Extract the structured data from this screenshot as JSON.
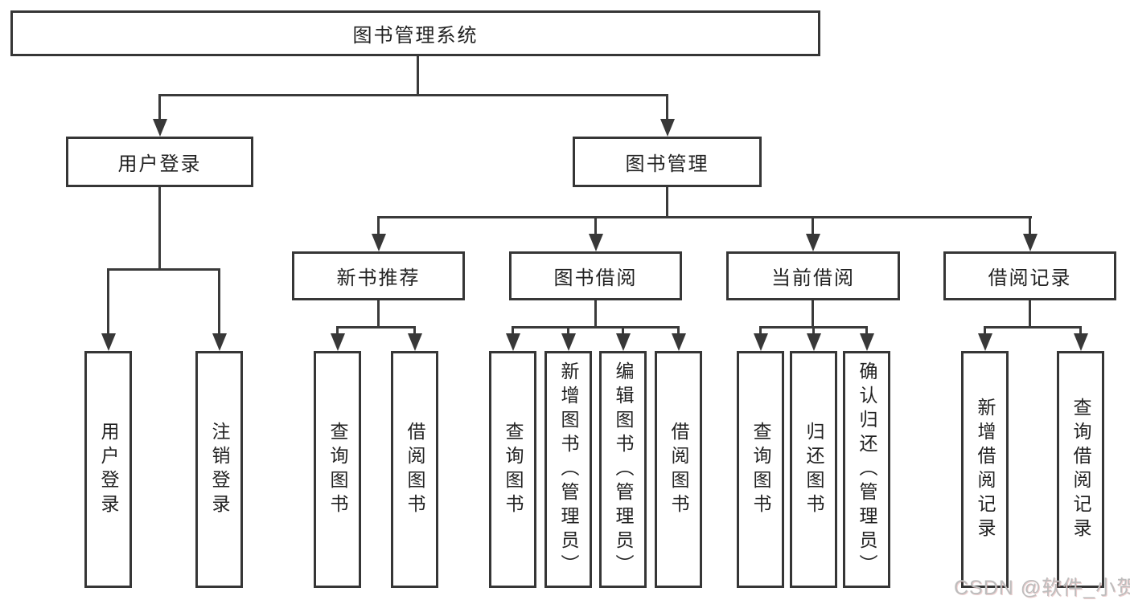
{
  "diagram": {
    "root": {
      "label": "图书管理系统"
    },
    "level2": [
      {
        "label": "用户登录"
      },
      {
        "label": "图书管理"
      }
    ],
    "level3": [
      {
        "label": "新书推荐"
      },
      {
        "label": "图书借阅"
      },
      {
        "label": "当前借阅"
      },
      {
        "label": "借阅记录"
      }
    ],
    "leaves": [
      {
        "label": "用户登录"
      },
      {
        "label": "注销登录"
      },
      {
        "label": "查询图书"
      },
      {
        "label": "借阅图书"
      },
      {
        "label": "查询图书"
      },
      {
        "label": "新增图书（管理员）"
      },
      {
        "label": "编辑图书（管理员）"
      },
      {
        "label": "借阅图书"
      },
      {
        "label": "查询图书"
      },
      {
        "label": "归还图书"
      },
      {
        "label": "确认归还（管理员）"
      },
      {
        "label": "新增借阅记录"
      },
      {
        "label": "查询借阅记录"
      }
    ]
  },
  "watermark": {
    "text": "CSDN @软件_小贺同学"
  },
  "colors": {
    "line": "#3a3a3a",
    "box_border": "#363636",
    "text": "#222222",
    "background": "#ffffff",
    "watermark": "#bdbdbd"
  }
}
